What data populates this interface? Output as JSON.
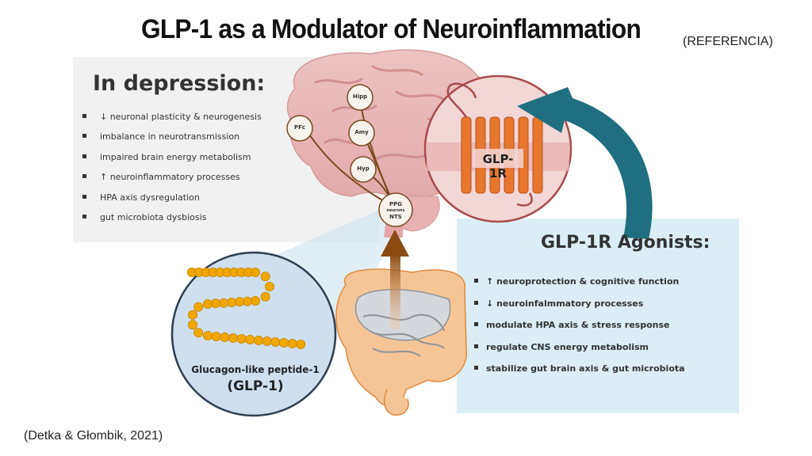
{
  "slide": {
    "title": "GLP-1 as a Modulator of Neuroinflammation",
    "reference_tag": "(REFERENCIA)",
    "citation": "(Detka & Głombik, 2021)"
  },
  "depression_panel": {
    "heading": "In depression:",
    "items": [
      "↓ neuronal plasticity & neurogenesis",
      "imbalance in neurotransmission",
      "impaired brain energy metabolism",
      "↑ neuroinflammatory processes",
      "HPA axis dysregulation",
      "gut microbiota dysbiosis"
    ]
  },
  "agonists_panel": {
    "heading": "GLP-1R Agonists:",
    "items": [
      "↑ neuroprotection & cognitive function",
      "↓ neuroinfalmmatory processes",
      "modulate HPA axis & stress response",
      "regulate CNS energy metabolism",
      "stabilize gut brain axis & gut microbiota"
    ]
  },
  "brain_nodes": {
    "hipp": "Hipp",
    "pfc": "PFc",
    "amy": "Amy",
    "hyp": "Hyp",
    "ppg_line1": "PPG",
    "ppg_line2": "neurons",
    "ppg_line3": "NTS"
  },
  "receptor": {
    "label": "GLP-1R"
  },
  "peptide": {
    "label_line1": "Glucagon-like peptide-1",
    "label_line2": "(GLP-1)"
  },
  "colors": {
    "panel_bg_left": "#f1f1f1",
    "panel_bg_right": "#dbeef5",
    "brain": "#e8b9b9",
    "gut": "#f4c190",
    "arrow_teal": "#1f6f80",
    "arrow_brown": "#a05a1a",
    "peptide_bead": "#f0a800",
    "receptor_orange": "#e8772e"
  }
}
